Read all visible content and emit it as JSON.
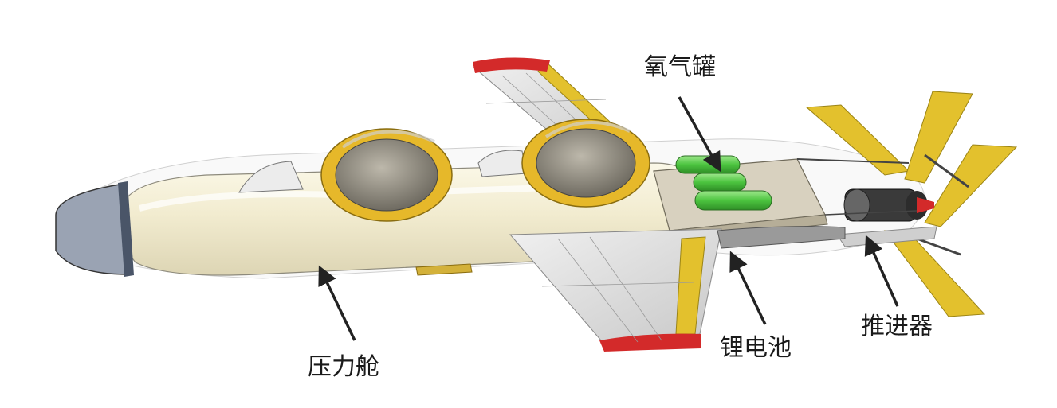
{
  "labels": {
    "oxygen_tank": "氧气罐",
    "pressure_hull": "压力舱",
    "lithium_battery": "锂电池",
    "thruster": "推进器"
  },
  "colors": {
    "hull": "#f3eed6",
    "hull_highlight": "#fbf9ee",
    "wing": "#d9d9d9",
    "wing_edge_yellow": "#e3c12d",
    "wing_tip_red": "#d32a2a",
    "viewport_ring": "#e6b82a",
    "dome_glass": "#8f8b80",
    "oxygen_tank": "#54c84a",
    "battery_box": "#d8d1bf",
    "thruster": "#3a3a3a",
    "arrow": "#222222",
    "label_text": "#1a1a1a"
  }
}
